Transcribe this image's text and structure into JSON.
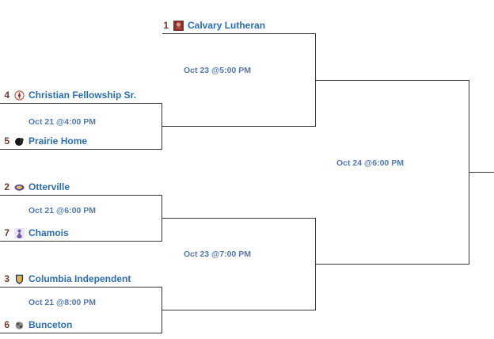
{
  "colors": {
    "line-color": "#383838",
    "team-link-color": "#2a6db8",
    "game-link-color": "#5179b5",
    "seed-color": "#6e3a31"
  },
  "teams": [
    {
      "seed": "1",
      "name": "Calvary Lutheran",
      "logo": "calvary-lutheran-logo"
    },
    {
      "seed": "4",
      "name": "Christian Fellowship Sr.",
      "logo": "christian-fellowship-logo"
    },
    {
      "seed": "5",
      "name": "Prairie Home",
      "logo": "prairie-home-logo"
    },
    {
      "seed": "2",
      "name": "Otterville",
      "logo": "otterville-logo"
    },
    {
      "seed": "7",
      "name": "Chamois",
      "logo": "chamois-logo"
    },
    {
      "seed": "3",
      "name": "Columbia Independent",
      "logo": "columbia-independent-logo"
    },
    {
      "seed": "6",
      "name": "Bunceton",
      "logo": "bunceton-logo"
    }
  ],
  "games": {
    "semifinal_top": "Oct 23 @5:00 PM",
    "quarterfinal_4v5": "Oct 21 @4:00 PM",
    "quarterfinal_2v7": "Oct 21 @6:00 PM",
    "quarterfinal_3v6": "Oct 21 @8:00 PM",
    "semifinal_bottom": "Oct 23 @7:00 PM",
    "final": "Oct 24 @6:00 PM"
  }
}
